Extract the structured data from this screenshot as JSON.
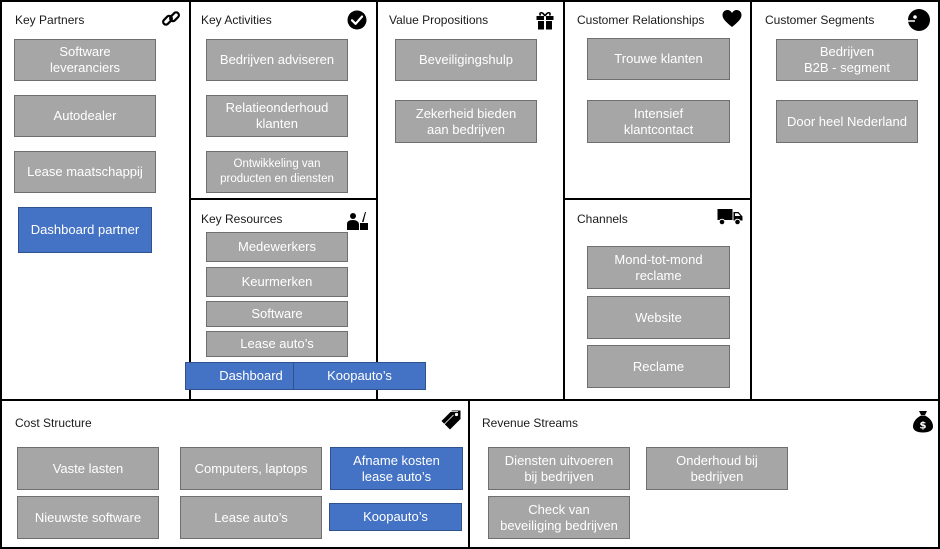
{
  "colors": {
    "note_grey": "#a6a6a6",
    "note_blue": "#4472c4",
    "border": "#000000"
  },
  "key_partners": {
    "title": "Key Partners",
    "icon": "link-icon",
    "notes": [
      "Software\nleveranciers",
      "Autodealer",
      "Lease maatschappij",
      "Dashboard partner"
    ]
  },
  "key_activities": {
    "title": "Key Activities",
    "icon": "checkmark-circle-icon",
    "notes": [
      "Bedrijven adviseren",
      "Relatieonderhoud\nklanten",
      "Ontwikkeling van\nproducten en diensten"
    ]
  },
  "key_resources": {
    "title": "Key Resources",
    "icon": "worker-icon",
    "notes": [
      "Medewerkers",
      "Keurmerken",
      "Software",
      "Lease auto’s",
      "Dashboard",
      "Koopauto’s"
    ]
  },
  "value_propositions": {
    "title": "Value Propositions",
    "icon": "gift-icon",
    "notes": [
      "Beveiligingshulp",
      "Zekerheid bieden\naan bedrijven"
    ]
  },
  "customer_relationships": {
    "title": "Customer Relationships",
    "icon": "heart-icon",
    "notes": [
      "Trouwe klanten",
      "Intensief\nklantcontact"
    ]
  },
  "channels": {
    "title": "Channels",
    "icon": "truck-icon",
    "notes": [
      "Mond-tot-mond\nreclame",
      "Website",
      "Reclame"
    ]
  },
  "customer_segments": {
    "title": "Customer Segments",
    "icon": "face-icon",
    "notes": [
      "Bedrijven\nB2B - segment",
      "Door heel Nederland"
    ]
  },
  "cost_structure": {
    "title": "Cost Structure",
    "icon": "price-tag-icon",
    "notes": [
      "Vaste lasten",
      "Computers, laptops",
      "Afname kosten\nlease auto’s",
      "Nieuwste software",
      "Lease auto’s",
      "Koopauto’s"
    ]
  },
  "revenue_streams": {
    "title": "Revenue Streams",
    "icon": "money-bag-icon",
    "notes": [
      "Diensten uitvoeren\nbij bedrijven",
      "Onderhoud bij\nbedrijven",
      "Check van\nbeveiliging bedrijven"
    ]
  }
}
